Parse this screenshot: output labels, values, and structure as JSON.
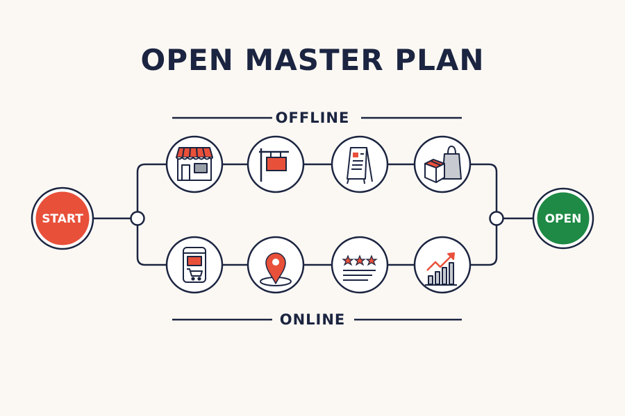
{
  "title": "OPEN MASTER PLAN",
  "sections": {
    "offline": "OFFLINE",
    "online": "ONLINE"
  },
  "start": {
    "label": "START",
    "color": "#e8503a"
  },
  "end": {
    "label": "OPEN",
    "color": "#1e8a45"
  },
  "colors": {
    "ink": "#1b2440",
    "accent": "#e8503a",
    "background": "#fbf8f3",
    "muted": "#9aa0a8"
  },
  "offline_steps": [
    {
      "icon": "storefront-icon"
    },
    {
      "icon": "hanging-sign-icon"
    },
    {
      "icon": "a-frame-sign-icon"
    },
    {
      "icon": "packages-shopping-bag-icon"
    }
  ],
  "online_steps": [
    {
      "icon": "mobile-shopping-cart-icon"
    },
    {
      "icon": "map-pin-icon"
    },
    {
      "icon": "star-rating-review-icon"
    },
    {
      "icon": "growth-chart-icon"
    }
  ]
}
